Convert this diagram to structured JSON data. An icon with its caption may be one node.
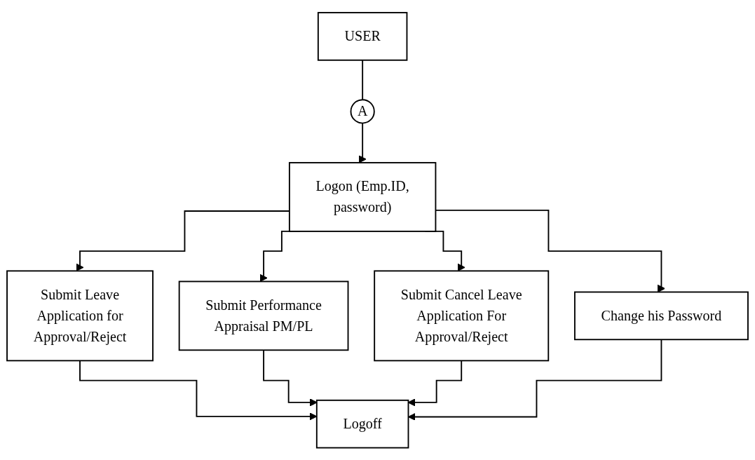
{
  "diagram": {
    "nodes": [
      {
        "text": [
          "USER"
        ]
      },
      {
        "text": [
          "A"
        ]
      },
      {
        "text": [
          "Logon (Emp.ID, password)"
        ]
      },
      {
        "text": [
          "Submit Leave Application for Approval/Reject"
        ]
      },
      {
        "text": [
          "Submit Performance Appraisal PM/PL"
        ]
      },
      {
        "text": [
          "Submit Cancel Leave Application For Approval/Reject"
        ]
      },
      {
        "text": [
          "Change his Password"
        ]
      },
      {
        "text": [
          "Logoff"
        ]
      }
    ],
    "edges": [
      {
        "from": 0,
        "to": 1,
        "arrow": "none"
      },
      {
        "from": 1,
        "to": 2,
        "arrow": "to"
      },
      {
        "from": 2,
        "to": 3,
        "arrow": "to"
      },
      {
        "from": 2,
        "to": 4,
        "arrow": "to"
      },
      {
        "from": 2,
        "to": 5,
        "arrow": "to"
      },
      {
        "from": 2,
        "to": 6,
        "arrow": "to"
      },
      {
        "from": 3,
        "to": 7,
        "arrow": "to"
      },
      {
        "from": 4,
        "to": 7,
        "arrow": "to"
      },
      {
        "from": 5,
        "to": 7,
        "arrow": "to"
      },
      {
        "from": 6,
        "to": 7,
        "arrow": "to"
      }
    ]
  }
}
